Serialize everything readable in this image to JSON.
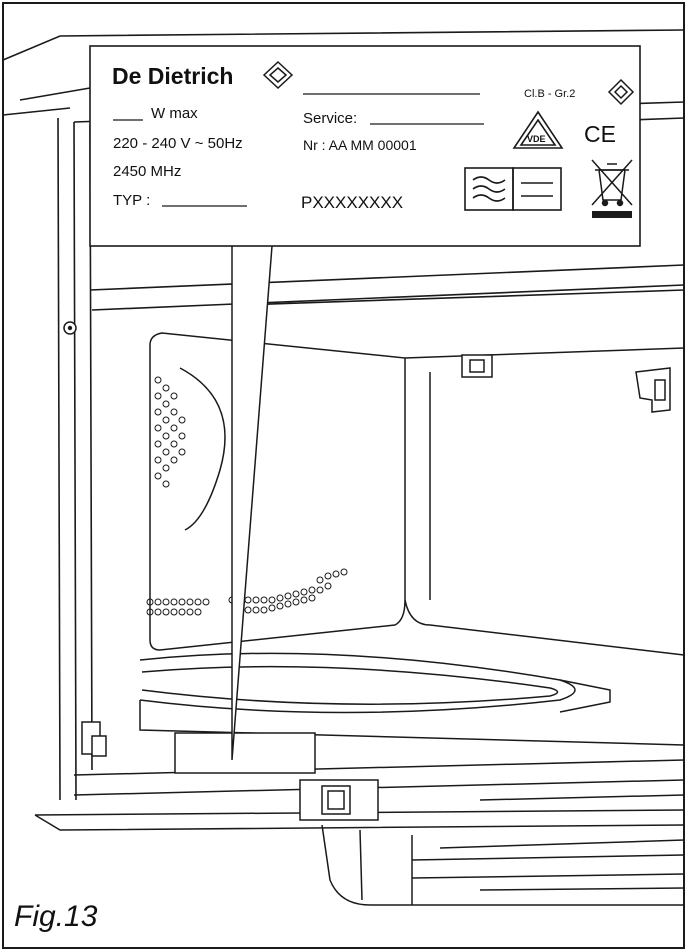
{
  "label": {
    "brand": "De Dietrich",
    "power_suffix": "W max",
    "voltage": "220 - 240 V ~ 50Hz",
    "frequency": "2450 MHz",
    "type_label": "TYP :",
    "service_label": "Service:",
    "serial": "Nr : AA MM 00001",
    "product_code": "PXXXXXXXX",
    "class_label": "Cl.B - Gr.2",
    "vde_mark": "VDE",
    "ce_mark": "CE"
  },
  "caption": "Fig.13",
  "colors": {
    "line": "#1a1a1a",
    "fill": "#ffffff"
  }
}
